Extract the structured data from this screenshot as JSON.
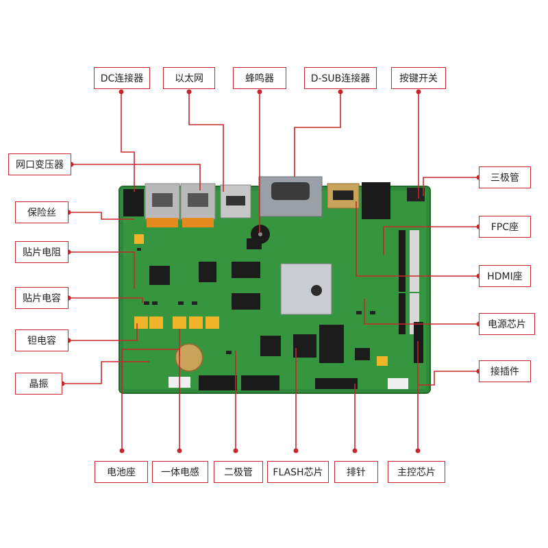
{
  "colors": {
    "accent": "#c8262c",
    "board": "#2e8a3a"
  },
  "labels": {
    "dc_connector": "DC连接器",
    "ethernet": "以太网",
    "buzzer": "蜂鸣器",
    "dsub": "D-SUB连接器",
    "key_switch": "按键开关",
    "net_transformer": "网口变压器",
    "fuse": "保险丝",
    "smd_resistor": "贴片电阻",
    "smd_capacitor": "贴片电容",
    "tantalum_capacitor": "钽电容",
    "crystal": "晶振",
    "triode": "三极管",
    "fpc": "FPC座",
    "hdmi": "HDMI座",
    "power_chip": "电源芯片",
    "plug_connector": "接插件",
    "battery_holder": "电池座",
    "inductor": "一体电感",
    "diode": "二极管",
    "flash_chip": "FLASH芯片",
    "pin_header": "排针",
    "main_chip": "主控芯片"
  }
}
